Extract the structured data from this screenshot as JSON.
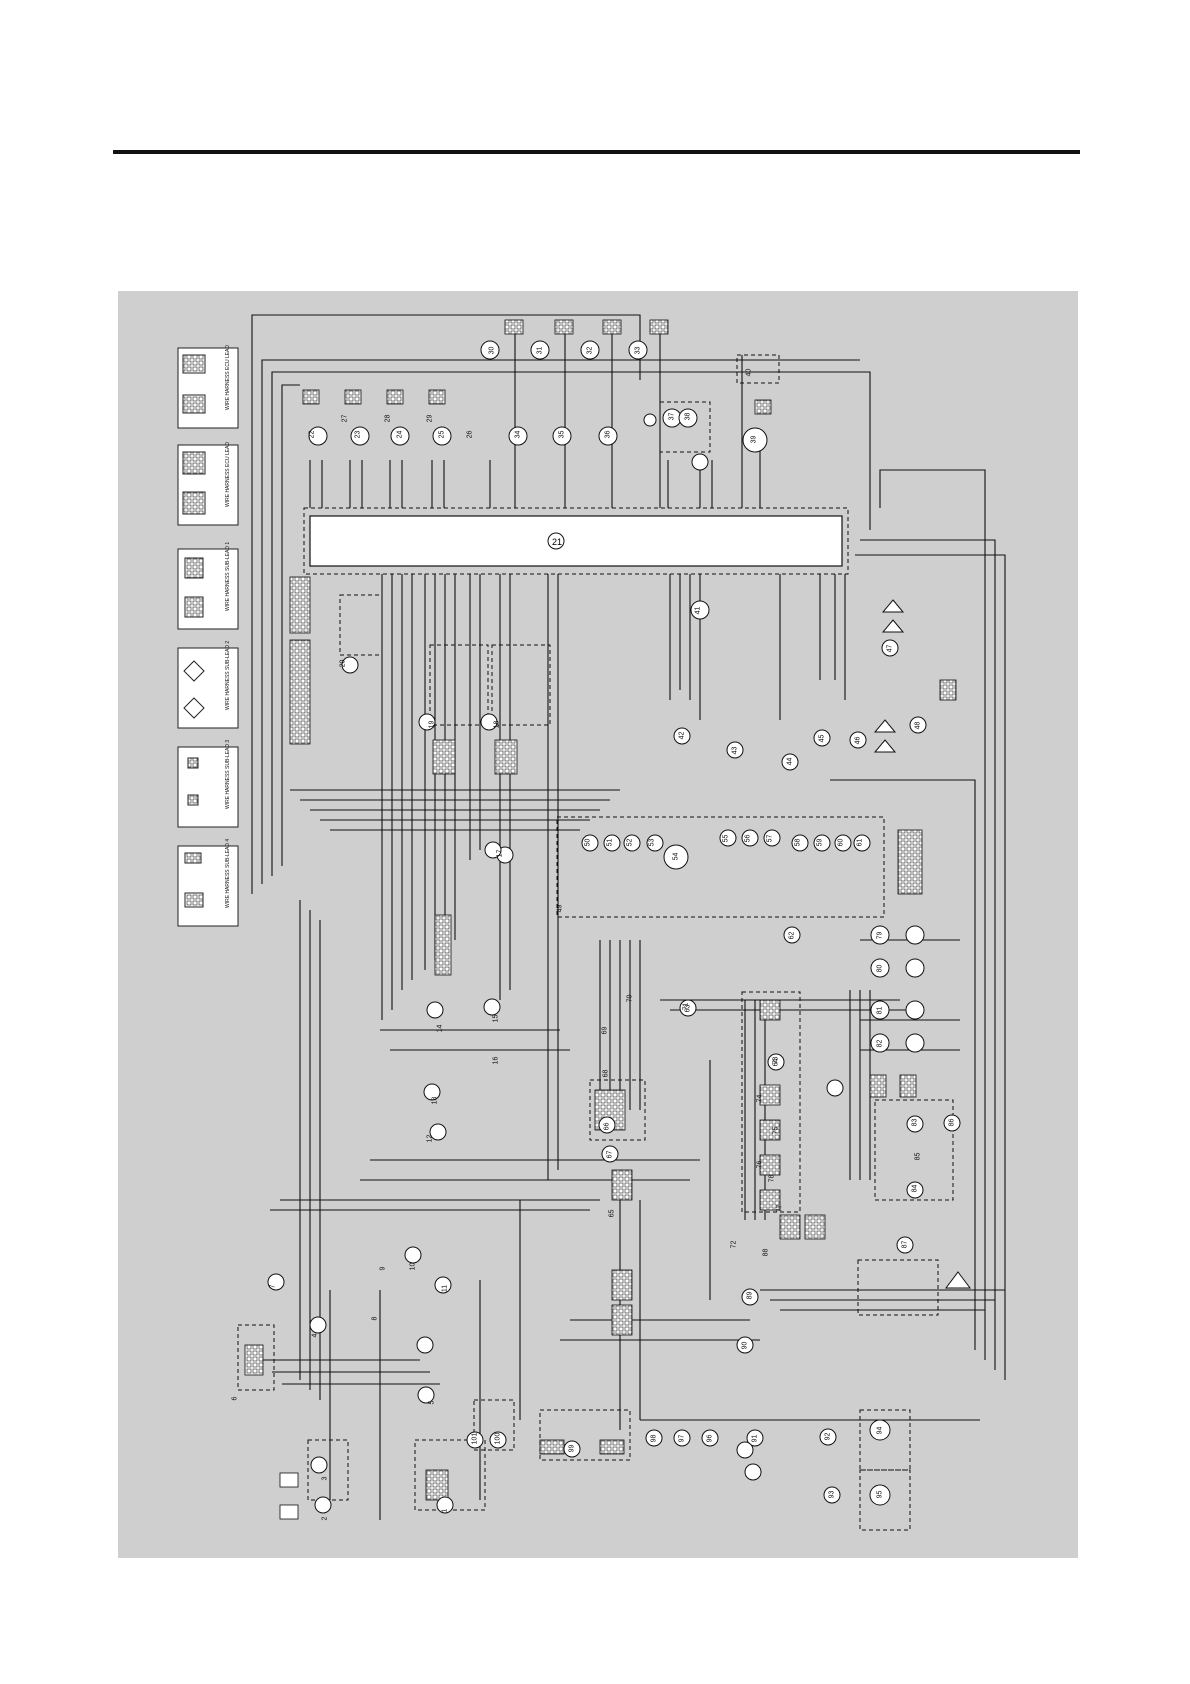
{
  "document": {
    "background": "#ffffff",
    "diagram_background": "#cfcfcf",
    "wire_color": "#111111"
  },
  "legend_boxes": [
    {
      "left_label": "WIRE HARNESS",
      "right_label": "SUB-LEAD 4"
    },
    {
      "left_label": "WIRE HARNESS",
      "right_label": "SUB-LEAD 3"
    },
    {
      "left_label": "WIRE HARNESS",
      "right_label": "SUB-LEAD 2"
    },
    {
      "left_label": "WIRE HARNESS",
      "right_label": "SUB-LEAD 1"
    },
    {
      "left_label": "WIRE HARNESS",
      "right_label": "ECU LEAD"
    },
    {
      "left_label": "WIRE HARNESS",
      "right_label": "ECU LEAD"
    }
  ],
  "ecu_label": "21",
  "component_numbers": [
    "1",
    "2",
    "3",
    "4",
    "5",
    "6",
    "7",
    "8",
    "9",
    "10",
    "11",
    "12",
    "13",
    "14",
    "15",
    "16",
    "17",
    "18",
    "19",
    "20",
    "22",
    "23",
    "24",
    "25",
    "26",
    "27",
    "28",
    "29",
    "30",
    "31",
    "32",
    "33",
    "34",
    "35",
    "36",
    "37",
    "38",
    "39",
    "40",
    "41",
    "42",
    "43",
    "44",
    "45",
    "46",
    "47",
    "48",
    "49",
    "50",
    "51",
    "52",
    "53",
    "54",
    "55",
    "56",
    "57",
    "58",
    "59",
    "60",
    "61",
    "62",
    "63",
    "64",
    "65",
    "66",
    "67",
    "68",
    "69",
    "70",
    "71",
    "72",
    "73",
    "74",
    "75",
    "76",
    "77",
    "78",
    "79",
    "80",
    "81",
    "82",
    "83",
    "84",
    "85",
    "86",
    "87",
    "88",
    "89",
    "90",
    "91",
    "92",
    "93",
    "94",
    "95",
    "96",
    "97",
    "98",
    "99",
    "100",
    "101"
  ]
}
